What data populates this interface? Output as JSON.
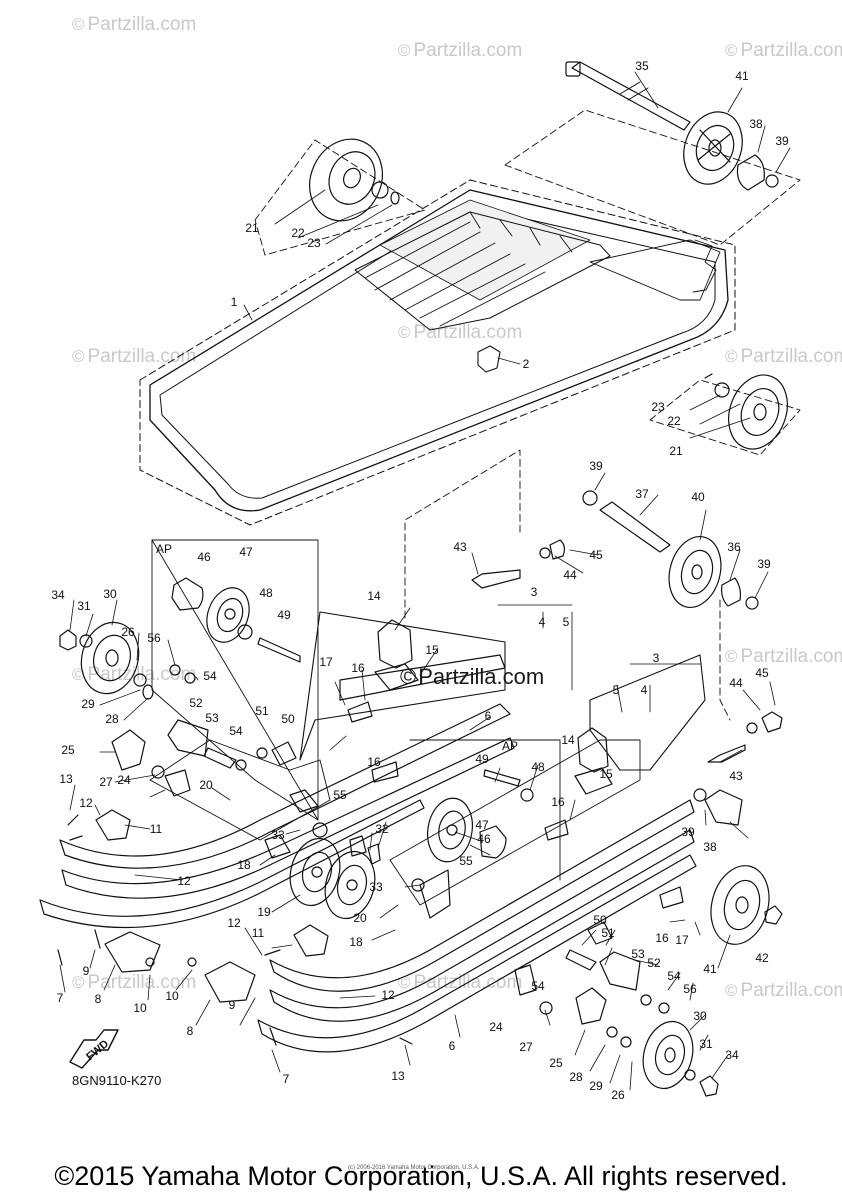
{
  "watermark": {
    "text": "Partzilla.com",
    "symbol": "©"
  },
  "center_watermark": {
    "text": "Partzilla.com",
    "symbol": "©"
  },
  "diagram_code": "8GN9110-K270",
  "fwd_label": "FWD",
  "ap_label": "AP",
  "tiny_note": "(c) 2006-2016 Yamaha Motor Corporation, U.S.A.",
  "footer": "©2015 Yamaha Motor Corporation, U.S.A. All rights reserved.",
  "callouts": [
    {
      "n": "1"
    },
    {
      "n": "2"
    },
    {
      "n": "3"
    },
    {
      "n": "3"
    },
    {
      "n": "4"
    },
    {
      "n": "4"
    },
    {
      "n": "5"
    },
    {
      "n": "5"
    },
    {
      "n": "6"
    },
    {
      "n": "6"
    },
    {
      "n": "7"
    },
    {
      "n": "7"
    },
    {
      "n": "8"
    },
    {
      "n": "8"
    },
    {
      "n": "9"
    },
    {
      "n": "9"
    },
    {
      "n": "10"
    },
    {
      "n": "10"
    },
    {
      "n": "11"
    },
    {
      "n": "11"
    },
    {
      "n": "12"
    },
    {
      "n": "12"
    },
    {
      "n": "12"
    },
    {
      "n": "12"
    },
    {
      "n": "13"
    },
    {
      "n": "13"
    },
    {
      "n": "14"
    },
    {
      "n": "14"
    },
    {
      "n": "15"
    },
    {
      "n": "15"
    },
    {
      "n": "16"
    },
    {
      "n": "16"
    },
    {
      "n": "16"
    },
    {
      "n": "16"
    },
    {
      "n": "17"
    },
    {
      "n": "17"
    },
    {
      "n": "18"
    },
    {
      "n": "18"
    },
    {
      "n": "19"
    },
    {
      "n": "20"
    },
    {
      "n": "20"
    },
    {
      "n": "21"
    },
    {
      "n": "21"
    },
    {
      "n": "22"
    },
    {
      "n": "22"
    },
    {
      "n": "23"
    },
    {
      "n": "23"
    },
    {
      "n": "24"
    },
    {
      "n": "24"
    },
    {
      "n": "25"
    },
    {
      "n": "25"
    },
    {
      "n": "26"
    },
    {
      "n": "26"
    },
    {
      "n": "27"
    },
    {
      "n": "27"
    },
    {
      "n": "28"
    },
    {
      "n": "28"
    },
    {
      "n": "29"
    },
    {
      "n": "29"
    },
    {
      "n": "30"
    },
    {
      "n": "30"
    },
    {
      "n": "31"
    },
    {
      "n": "31"
    },
    {
      "n": "32"
    },
    {
      "n": "33"
    },
    {
      "n": "33"
    },
    {
      "n": "34"
    },
    {
      "n": "34"
    },
    {
      "n": "35"
    },
    {
      "n": "36"
    },
    {
      "n": "37"
    },
    {
      "n": "38"
    },
    {
      "n": "38"
    },
    {
      "n": "39"
    },
    {
      "n": "39"
    },
    {
      "n": "39"
    },
    {
      "n": "39"
    },
    {
      "n": "40"
    },
    {
      "n": "41"
    },
    {
      "n": "41"
    },
    {
      "n": "42"
    },
    {
      "n": "43"
    },
    {
      "n": "43"
    },
    {
      "n": "44"
    },
    {
      "n": "44"
    },
    {
      "n": "45"
    },
    {
      "n": "45"
    },
    {
      "n": "46"
    },
    {
      "n": "46"
    },
    {
      "n": "47"
    },
    {
      "n": "47"
    },
    {
      "n": "48"
    },
    {
      "n": "48"
    },
    {
      "n": "49"
    },
    {
      "n": "49"
    },
    {
      "n": "50"
    },
    {
      "n": "50"
    },
    {
      "n": "51"
    },
    {
      "n": "51"
    },
    {
      "n": "52"
    },
    {
      "n": "52"
    },
    {
      "n": "53"
    },
    {
      "n": "53"
    },
    {
      "n": "54"
    },
    {
      "n": "54"
    },
    {
      "n": "54"
    },
    {
      "n": "54"
    },
    {
      "n": "55"
    },
    {
      "n": "55"
    },
    {
      "n": "56"
    },
    {
      "n": "56"
    }
  ]
}
